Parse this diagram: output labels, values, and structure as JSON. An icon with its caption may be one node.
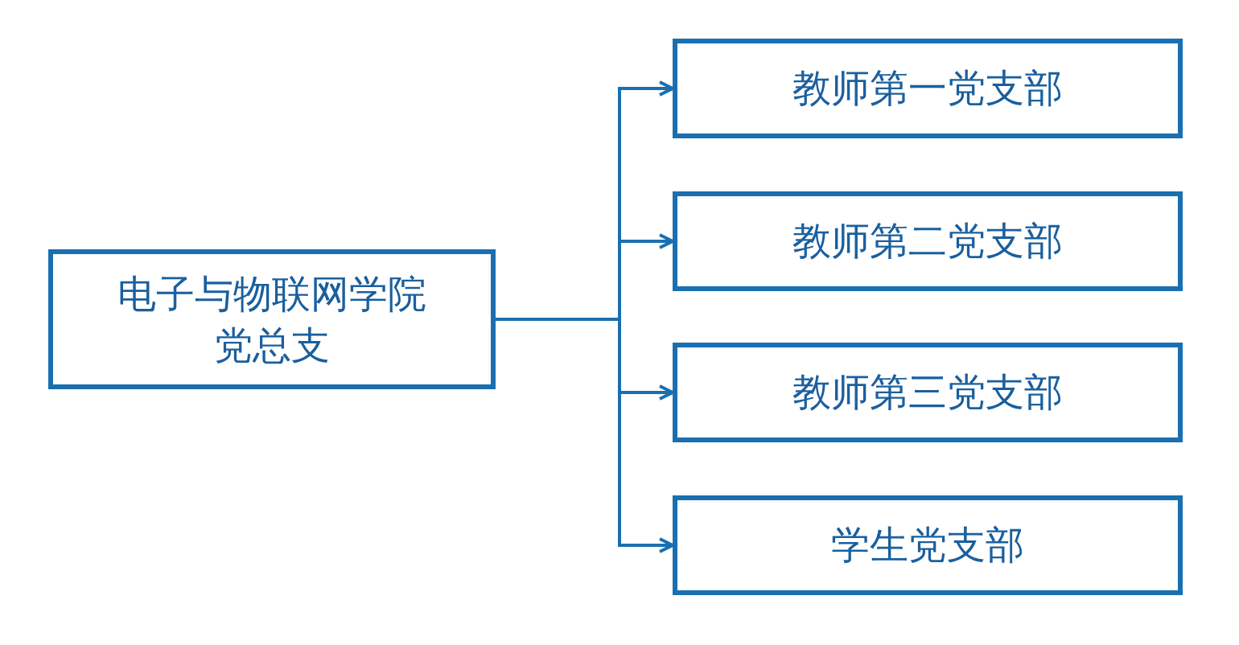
{
  "diagram": {
    "nodes": [
      {
        "text": [
          "电子与物联网学院党总支"
        ]
      },
      {
        "text": [
          "教师第一党支部"
        ]
      },
      {
        "text": [
          "教师第二党支部"
        ]
      },
      {
        "text": [
          "教师第三党支部"
        ]
      },
      {
        "text": [
          "学生党支部"
        ]
      }
    ],
    "edges": [
      {
        "from": 0,
        "to": 1,
        "arrow": "to"
      },
      {
        "from": 0,
        "to": 2,
        "arrow": "to"
      },
      {
        "from": 0,
        "to": 3,
        "arrow": "to"
      },
      {
        "from": 0,
        "to": 4,
        "arrow": "to"
      }
    ]
  }
}
